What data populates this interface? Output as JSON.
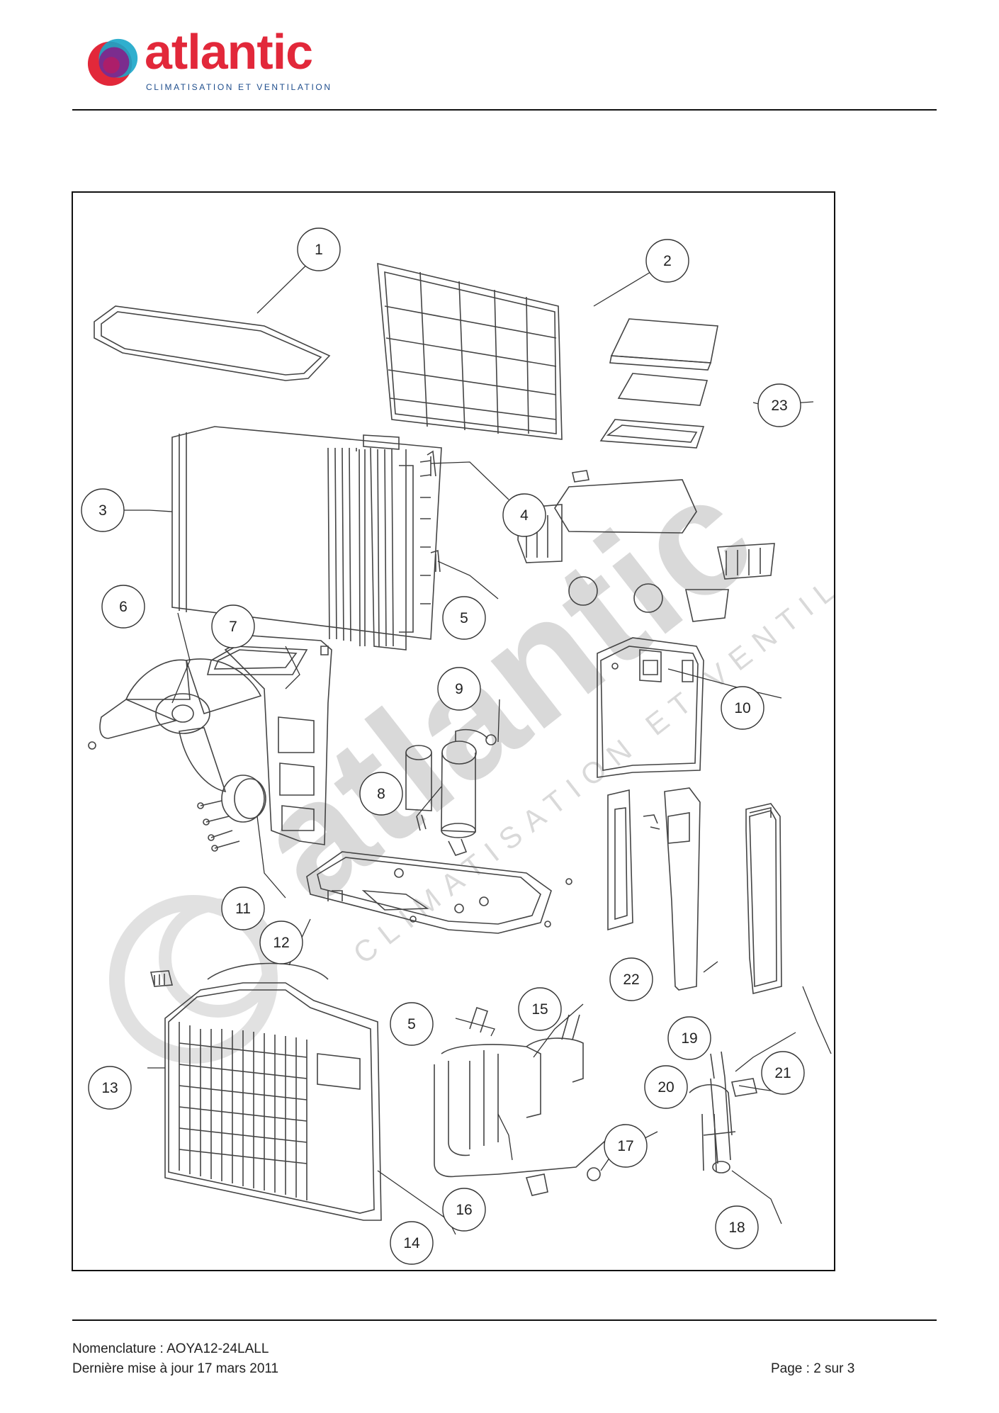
{
  "brand": {
    "name": "atlantic",
    "tagline": "CLIMATISATION ET VENTILATION",
    "colors": {
      "red": "#e2283a",
      "purple": "#7b2d8e",
      "blue": "#1e4d8c",
      "cyan": "#19a6c9"
    }
  },
  "watermark": {
    "word": "atlantic",
    "tagline": "CLIMATISATION ET VENTILATION"
  },
  "diagram": {
    "callouts": [
      "1",
      "2",
      "3",
      "4",
      "5",
      "6",
      "7",
      "8",
      "9",
      "10",
      "11",
      "12",
      "13",
      "14",
      "5",
      "15",
      "16",
      "17",
      "18",
      "19",
      "20",
      "21",
      "22",
      "23"
    ]
  },
  "footer": {
    "nomenclature": "Nomenclature : AOYA12-24LALL",
    "updated": "Dernière mise à jour 17 mars 2011",
    "page": "Page : 2 sur 3"
  }
}
